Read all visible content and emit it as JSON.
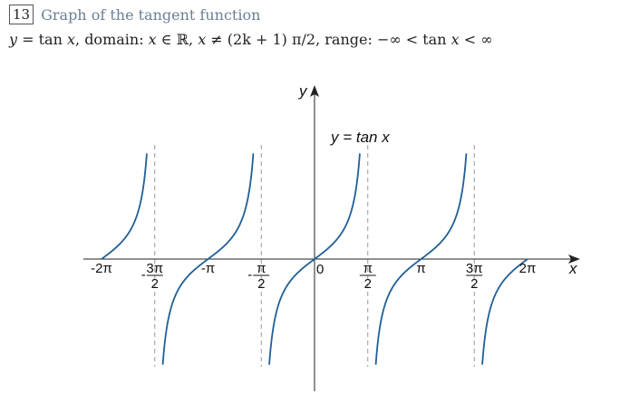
{
  "header": {
    "number": "13",
    "title": "Graph of the tangent function"
  },
  "formula": {
    "y": "y",
    "eq": " = tan ",
    "x": "x",
    "domain_label": ", domain: ",
    "in_r": " ∈ ℝ, ",
    "neq": " ≠ (2k + 1) π/2, range: −∞ < tan ",
    "tail": " < ∞"
  },
  "graph": {
    "function_label": "y = tan x",
    "axis_y_label": "y",
    "axis_x_label": "x",
    "origin_label": "0",
    "ticks": [
      {
        "id": "neg2pi",
        "label": "-2π",
        "value": -6.2832
      },
      {
        "id": "neg3pi2",
        "label": "3π/2",
        "sign": "-",
        "value": -4.7124
      },
      {
        "id": "negpi",
        "label": "-π",
        "value": -3.1416
      },
      {
        "id": "negpi2",
        "label": "π/2",
        "sign": "-",
        "value": -1.5708
      },
      {
        "id": "pi2",
        "label": "π/2",
        "value": 1.5708
      },
      {
        "id": "pi",
        "label": "π",
        "value": 3.1416
      },
      {
        "id": "threepi2",
        "label": "3π/2",
        "value": 4.7124
      },
      {
        "id": "twopi",
        "label": "2π",
        "value": 6.2832
      }
    ],
    "asymptotes": [
      -4.7124,
      -1.5708,
      1.5708,
      4.7124
    ],
    "x_range": [
      -6.2832,
      6.2832
    ],
    "colors": {
      "curve": "#1f5f99",
      "axis": "#222222",
      "asymptote": "#999999"
    }
  }
}
